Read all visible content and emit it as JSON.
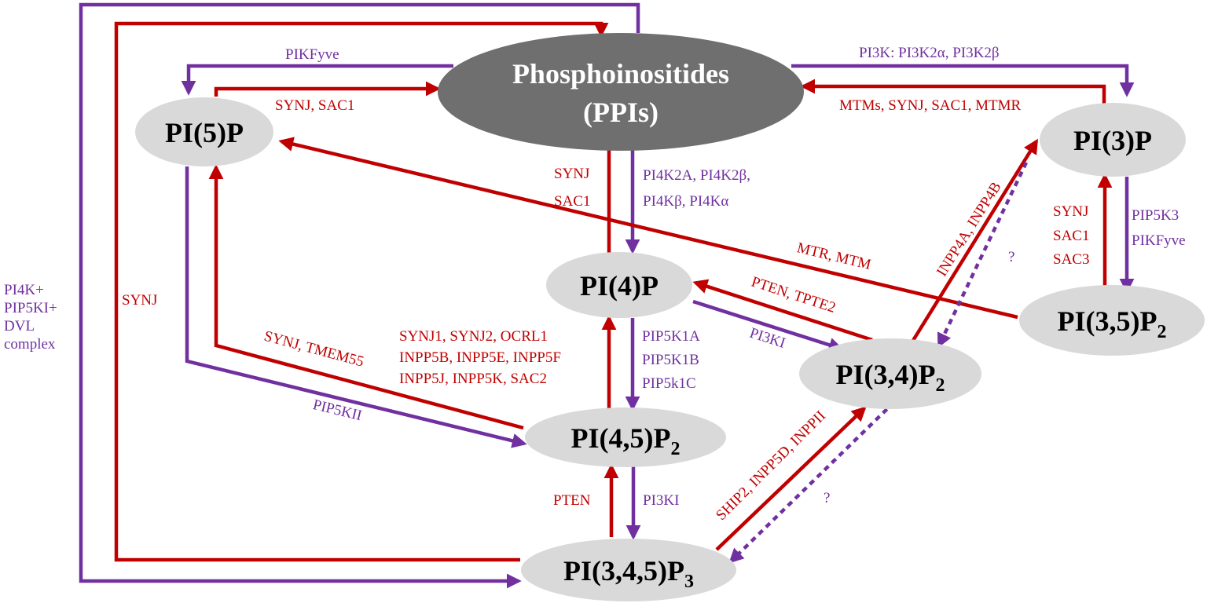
{
  "colors": {
    "red": "#c00000",
    "purple": "#7030a0",
    "node_fill": "#d9d9d9",
    "hub_fill": "#6f6f6f"
  },
  "hub": {
    "line1": "Phosphoinositides",
    "line2": "(PPIs)"
  },
  "nodes": {
    "pi5p": "PI(5)P",
    "pi3p": "PI(3)P",
    "pi4p": "PI(4)P",
    "pi35p2": {
      "main": "PI(3,5)P",
      "sub": "2"
    },
    "pi34p2": {
      "main": "PI(3,4)P",
      "sub": "2"
    },
    "pi45p2": {
      "main": "PI(4,5)P",
      "sub": "2"
    },
    "pi345p3": {
      "main": "PI(3,4,5)P",
      "sub": "3"
    }
  },
  "labels": {
    "pikfyve": "PIKFyve",
    "synj_sac1_top": "SYNJ, SAC1",
    "pi3k": "PI3K: PI3K2α, PI3K2β",
    "mtms": "MTMs, SYNJ, SAC1, MTMR",
    "synj_hub": "SYNJ",
    "sac1_hub": "SAC1",
    "pi4k_line1": "PI4K2A, PI4K2β,",
    "pi4k_line2": "PI4Kβ, PI4Kα",
    "synj_pi3p": "SYNJ",
    "sac1_pi3p": "SAC1",
    "sac3_pi3p": "SAC3",
    "pip5k3": "PIP5K3",
    "pikfyve_right": "PIKFyve",
    "mtr_mtm": "MTR, MTM",
    "inpp4": "INPP4A, INPP4B",
    "q_upper": "?",
    "q_lower": "?",
    "pten_tpte2": "PTEN, TPTE2",
    "pi3ki_mid": "PI3KI",
    "synj_left": "SYNJ",
    "synj_tmem55": "SYNJ, TMEM55",
    "pip5kii": "PIP5KII",
    "synj_group_1": "SYNJ1,  SYNJ2,  OCRL1",
    "synj_group_2": "INPP5B, INPP5E, INPP5F",
    "synj_group_3": "INPP5J, INPP5K, SAC2",
    "pip5k1a": "PIP5K1A",
    "pip5k1b": "PIP5K1B",
    "pip5k1c": "PIP5k1C",
    "pten_bottom": "PTEN",
    "pi3ki_bottom": "PI3KI",
    "ship2": "SHIP2, INPP5D, INPPII",
    "complex_1": "PI4K+",
    "complex_2": "PIP5KI+",
    "complex_3": "DVL",
    "complex_4": "complex"
  }
}
